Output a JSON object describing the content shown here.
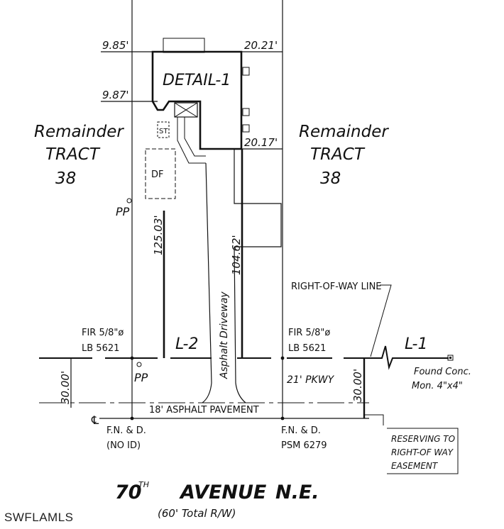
{
  "dimensions": {
    "north_left": "9.85'",
    "north_right": "20.21'",
    "mid_left": "9.87'",
    "south_right": "20.17'",
    "west_line": "125.03'",
    "east_line": "104.62'",
    "row_left": "30.00'",
    "row_right": "30.00'"
  },
  "labels": {
    "detail": "DETAIL-1",
    "remainder_left": [
      "Remainder",
      "TRACT",
      "38"
    ],
    "remainder_right": [
      "Remainder",
      "TRACT",
      "38"
    ],
    "st": "ST",
    "df": "DF",
    "pp_north": "PP",
    "pp_south": "PP",
    "driveway": "Asphalt Driveway",
    "row_line": "RIGHT-OF-WAY LINE",
    "l1": "L-1",
    "l2": "L-2",
    "fir_left": [
      "FIR 5/8\"ø",
      "LB 5621"
    ],
    "fir_right": [
      "FIR 5/8\"ø",
      "LB 5621"
    ],
    "found_conc": [
      "Found Conc.",
      "Mon. 4\"x4\""
    ],
    "pkwy": "21' PKWY",
    "pavement": "18' ASPHALT PAVEMENT",
    "centerline": "℄",
    "fnd_left": [
      "F.N. & D.",
      "(NO ID)"
    ],
    "fnd_right": [
      "F.N. & D.",
      "PSM 6279"
    ],
    "easement": [
      "RESERVING TO",
      "RIGHT-OF WAY",
      "EASEMENT"
    ],
    "street_number": "70",
    "street_sup": "TH",
    "street_avenue": "AVENUE",
    "street_ne": "N.E.",
    "street_width": "(60' Total R/W)"
  },
  "watermark": "SWFLAMLS"
}
